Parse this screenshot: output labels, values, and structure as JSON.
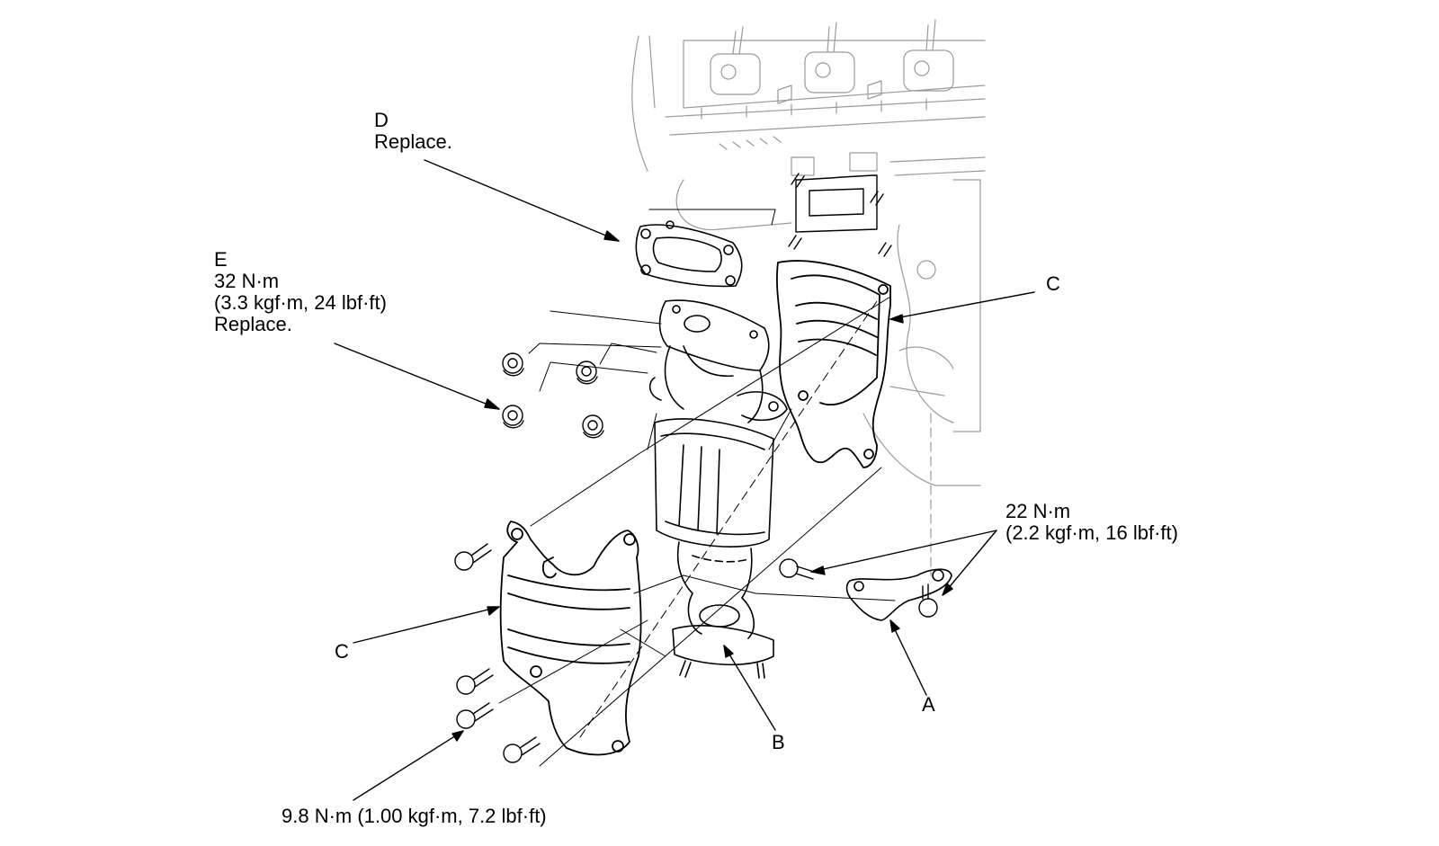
{
  "colors": {
    "line": "#000000",
    "faint_line": "#9a9a9a",
    "background": "#ffffff"
  },
  "callouts": {
    "d": {
      "letter": "D",
      "note": "Replace."
    },
    "e": {
      "letter": "E",
      "torque": "32 N·m",
      "alt": "(3.3 kgf·m, 24 lbf·ft)",
      "note": "Replace."
    },
    "c_upper": {
      "letter": "C"
    },
    "c_lower": {
      "letter": "C"
    },
    "torque_22": {
      "torque": "22 N·m",
      "alt": "(2.2 kgf·m, 16 lbf·ft)"
    },
    "a": {
      "letter": "A"
    },
    "b": {
      "letter": "B"
    },
    "torque_98": {
      "text": "9.8 N·m (1.00 kgf·m, 7.2 lbf·ft)"
    }
  }
}
